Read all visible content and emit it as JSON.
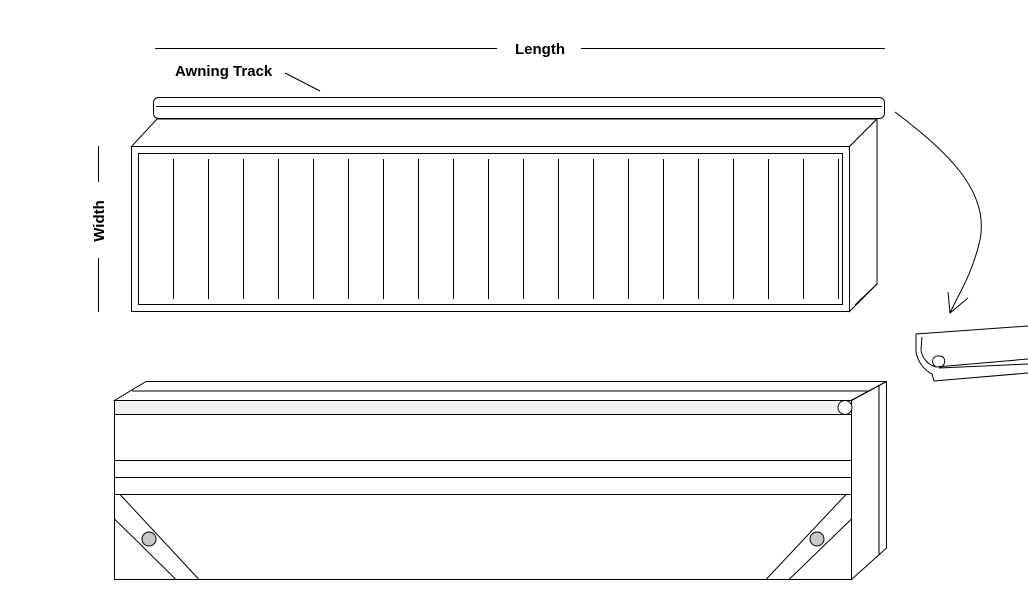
{
  "labels": {
    "length": "Length",
    "width": "Width",
    "awning_track": "Awning Track"
  },
  "colors": {
    "stroke": "#000000",
    "track_fill": "#eef4f1",
    "bolt_fill": "#c8c8c8",
    "background": "#ffffff"
  },
  "panel": {
    "slat_count": 20
  }
}
